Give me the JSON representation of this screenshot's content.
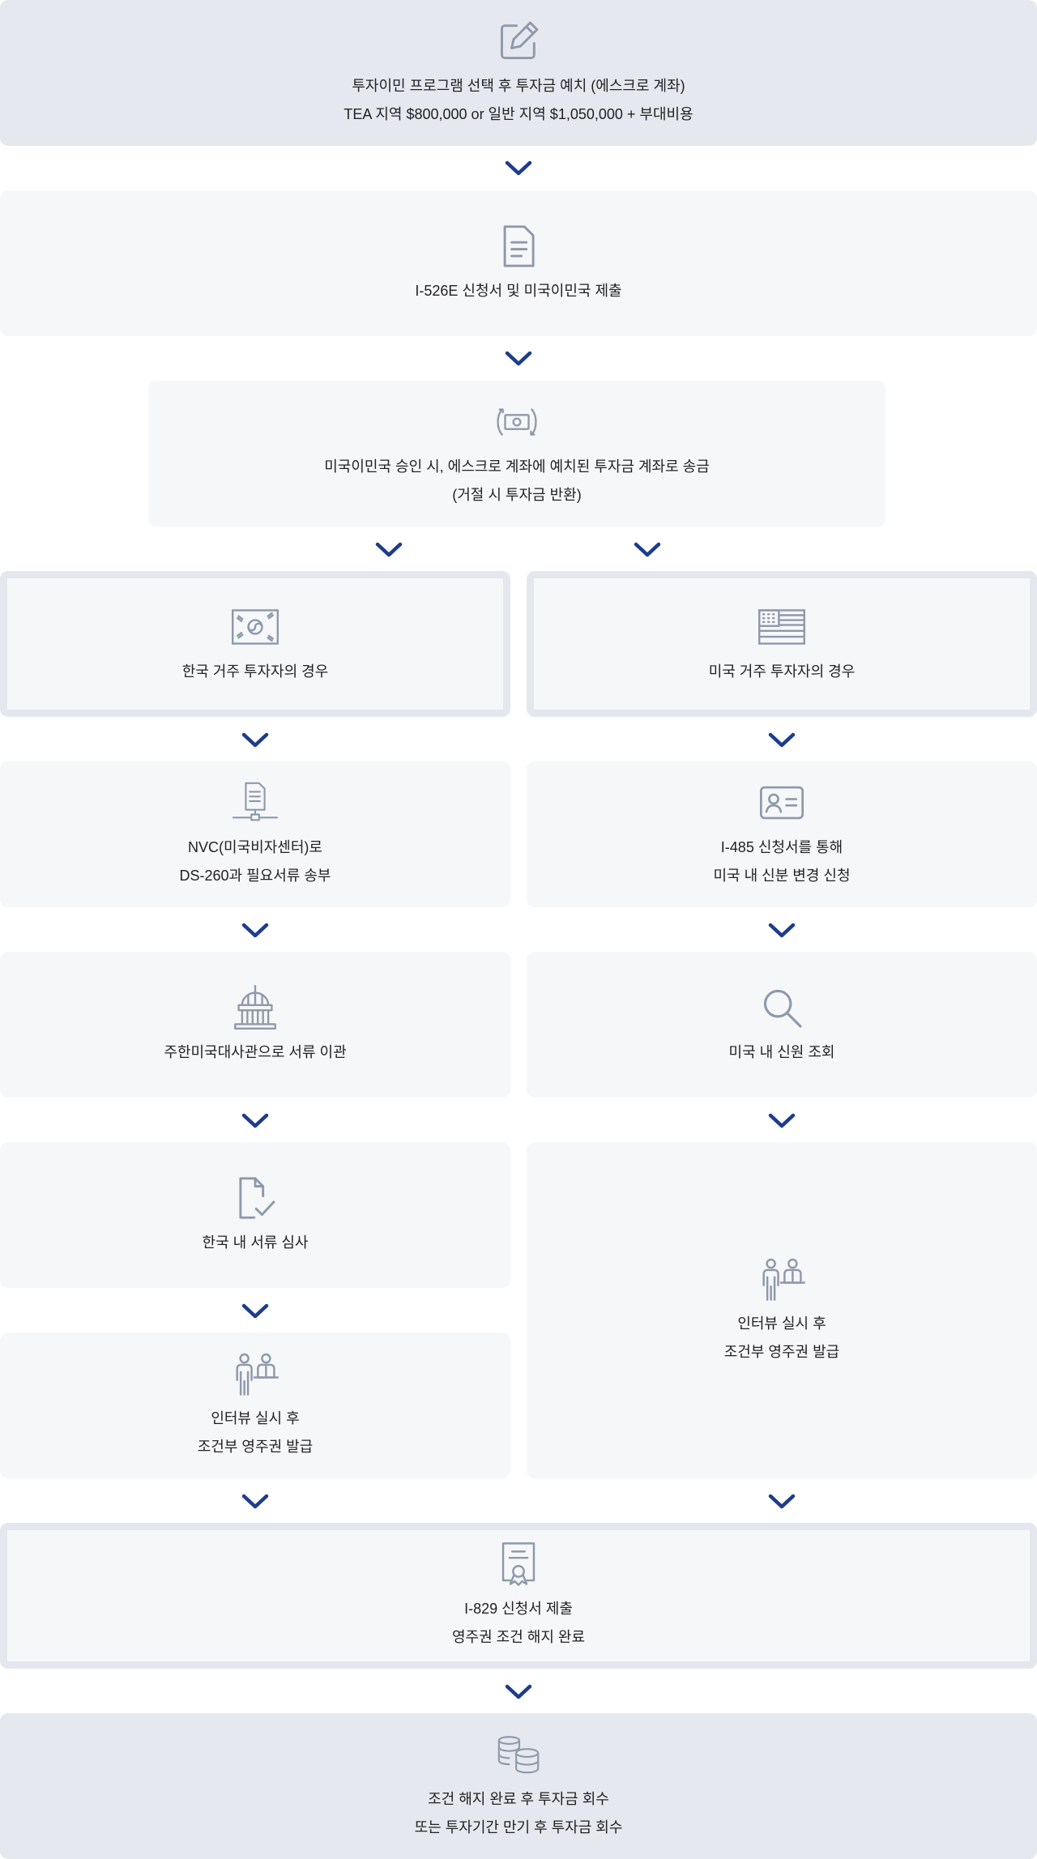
{
  "steps": {
    "deposit": {
      "icon": "edit-icon",
      "line1": "투자이민 프로그램 선택 후 투자금 예치 (에스크로 계좌)",
      "line2": "TEA 지역 $800,000 or 일반 지역 $1,050,000 + 부대비용"
    },
    "i526e": {
      "icon": "document-icon",
      "line1": "I-526E 신청서 및 미국이민국 제출"
    },
    "approval": {
      "icon": "money-transfer-icon",
      "line1": "미국이민국 승인 시, 에스크로 계좌에 예치된 투자금 계좌로 송금",
      "line2": "(거절 시 투자금 반환)"
    },
    "korea_resident": {
      "icon": "korea-flag-icon",
      "line1": "한국 거주 투자자의 경우"
    },
    "us_resident": {
      "icon": "us-flag-icon",
      "line1": "미국 거주 투자자의 경우"
    },
    "nvc": {
      "icon": "network-document-icon",
      "line1": "NVC(미국비자센터)로",
      "line2": "DS-260과 필요서류 송부"
    },
    "i485": {
      "icon": "id-card-icon",
      "line1": "I-485 신청서를 통해",
      "line2": "미국 내 신분 변경 신청"
    },
    "embassy": {
      "icon": "embassy-icon",
      "line1": "주한미국대사관으로 서류 이관"
    },
    "background_check": {
      "icon": "search-icon",
      "line1": "미국 내 신원 조회"
    },
    "doc_review": {
      "icon": "document-check-icon",
      "line1": "한국 내 서류 심사"
    },
    "interview_us": {
      "icon": "interview-icon",
      "line1": "인터뷰 실시 후",
      "line2": "조건부 영주권 발급"
    },
    "interview_kr": {
      "icon": "interview-icon",
      "line1": "인터뷰 실시 후",
      "line2": "조건부 영주권 발급"
    },
    "i829": {
      "icon": "certificate-icon",
      "line1": "I-829 신청서 제출",
      "line2": "영주권 조건 해지 완료"
    },
    "recovery": {
      "icon": "coins-icon",
      "line1": "조건 해지 완료 후 투자금 회수",
      "line2": "또는 투자기간 만기 후 투자금 회수"
    }
  },
  "colors": {
    "arrow": "#1e3c8c",
    "icon_stroke": "#8e99aa",
    "light_box": "#f6f7f9",
    "dark_box": "#e5e8ee"
  }
}
